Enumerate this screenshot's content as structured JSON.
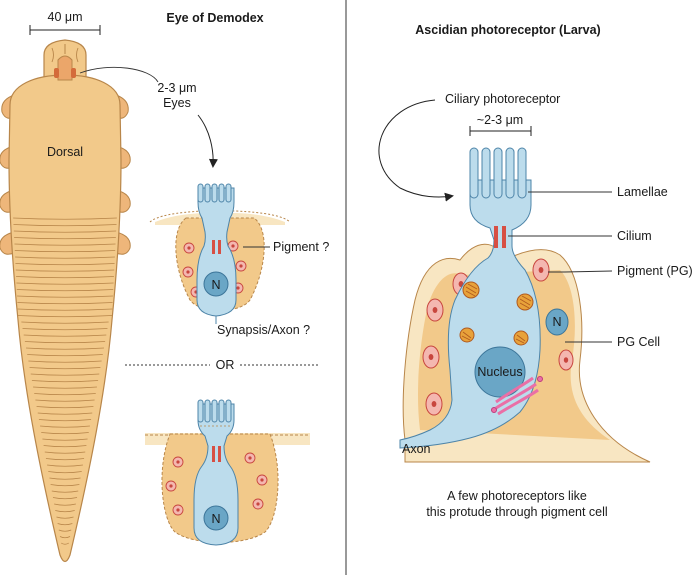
{
  "left_panel": {
    "title": "Eye of Demodex",
    "scale_bar": "40 μm",
    "body_label": "Dorsal",
    "eye_size": "2-3 μm",
    "eye_label": "Eyes",
    "pigment_label": "Pigment ?",
    "nucleus_label": "N",
    "synapse_label": "Synapsis/Axon ?",
    "or_label": "OR"
  },
  "right_panel": {
    "title": "Ascidian photoreceptor (Larva)",
    "type_label": "Ciliary photoreceptor",
    "size_label": "~2-3 μm",
    "labels": [
      "Lamellae",
      "Cilium",
      "Pigment (PG)",
      "PG Cell"
    ],
    "nucleus_label": "Nucleus",
    "pg_nucleus_label": "N",
    "axon_label": "Axon",
    "caption_line1": "A few photoreceptors like",
    "caption_line2": "this protude through pigment cell"
  },
  "colors": {
    "body_fill": "#f2c98a",
    "body_stroke": "#b8864a",
    "cell_fill": "#bcdcec",
    "cell_stroke": "#4d84a8",
    "nucleus_fill": "#6aa6c6",
    "pigment_fill": "#f4b7b0",
    "pigment_stroke": "#c8463e",
    "granule_fill": "#d74f43",
    "mito_fill": "#e8a23a",
    "golgi_fill": "#ea6fa6",
    "tissue_fill": "#f8e6c2"
  }
}
